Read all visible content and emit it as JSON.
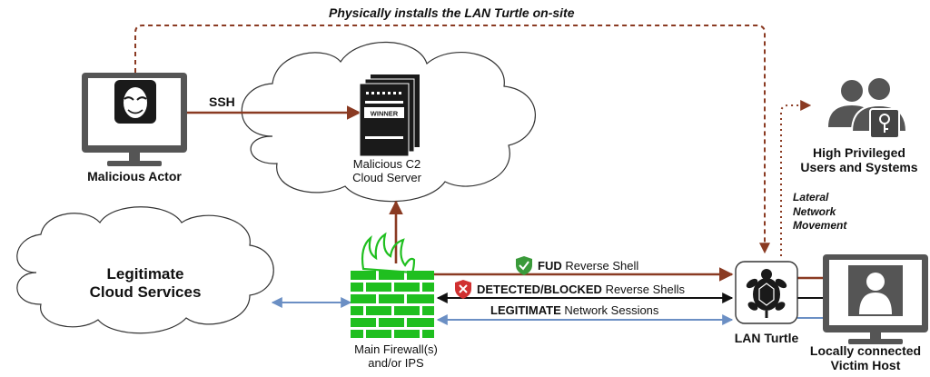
{
  "top_caption": "Physically installs the LAN Turtle on-site",
  "ssh_label": "SSH",
  "actor": {
    "label": "Malicious Actor"
  },
  "c2": {
    "line1": "Malicious C2",
    "line2": "Cloud Server",
    "badge": "WINNER"
  },
  "privileged": {
    "line1": "High Privileged",
    "line2": "Users and Systems"
  },
  "lateral": {
    "line1": "Lateral",
    "line2": "Network",
    "line3": "Movement"
  },
  "legit_cloud": {
    "line1": "Legitimate",
    "line2": "Cloud Services"
  },
  "firewall": {
    "line1": "Main Firewall(s)",
    "line2": "and/or IPS"
  },
  "turtle": {
    "label": "LAN Turtle"
  },
  "victim": {
    "line1": "Locally connected",
    "line2": "Victim Host"
  },
  "flows": {
    "fud": {
      "bold": "FUD",
      "rest": " Reverse Shell"
    },
    "detected": {
      "bold": "DETECTED/BLOCKED",
      "rest": " Reverse Shells"
    },
    "legit": {
      "bold": "LEGITIMATE",
      "rest": " Network Sessions"
    }
  },
  "colors": {
    "malicious": "#8a3a22",
    "legit": "#6b8fc4",
    "firewall": "#1fbf1f",
    "shield_ok": "#3a9a3a",
    "shield_bad": "#d03030",
    "dark": "#1a1a1a",
    "gray": "#555555"
  }
}
